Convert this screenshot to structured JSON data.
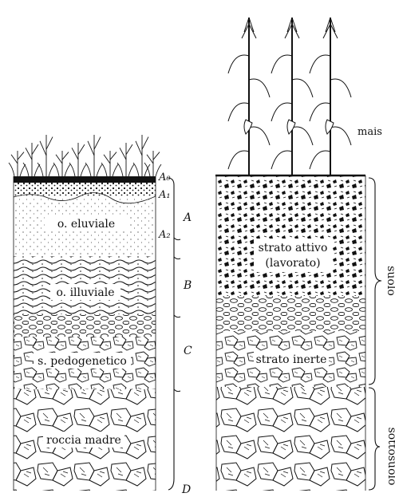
{
  "left_profile": {
    "horizon_letters": {
      "a0": "A₀",
      "a1": "A₁",
      "a2": "A₂",
      "a": "A",
      "b": "B",
      "c": "C",
      "d": "D"
    },
    "layers": {
      "eluvial": "o. eluviale",
      "illuvial": "o. illuviale",
      "pedogenetic": "s. pedogenetico",
      "bedrock": "roccia madre"
    }
  },
  "right_profile": {
    "crop": "mais",
    "layers": {
      "active_line1": "strato attivo",
      "active_line2": "(lavorato)",
      "inert": "strato inerte"
    },
    "brackets": {
      "soil": "suolo",
      "subsoil": "sottosuolo"
    }
  },
  "colors": {
    "ink": "#111111",
    "paper": "#ffffff"
  }
}
